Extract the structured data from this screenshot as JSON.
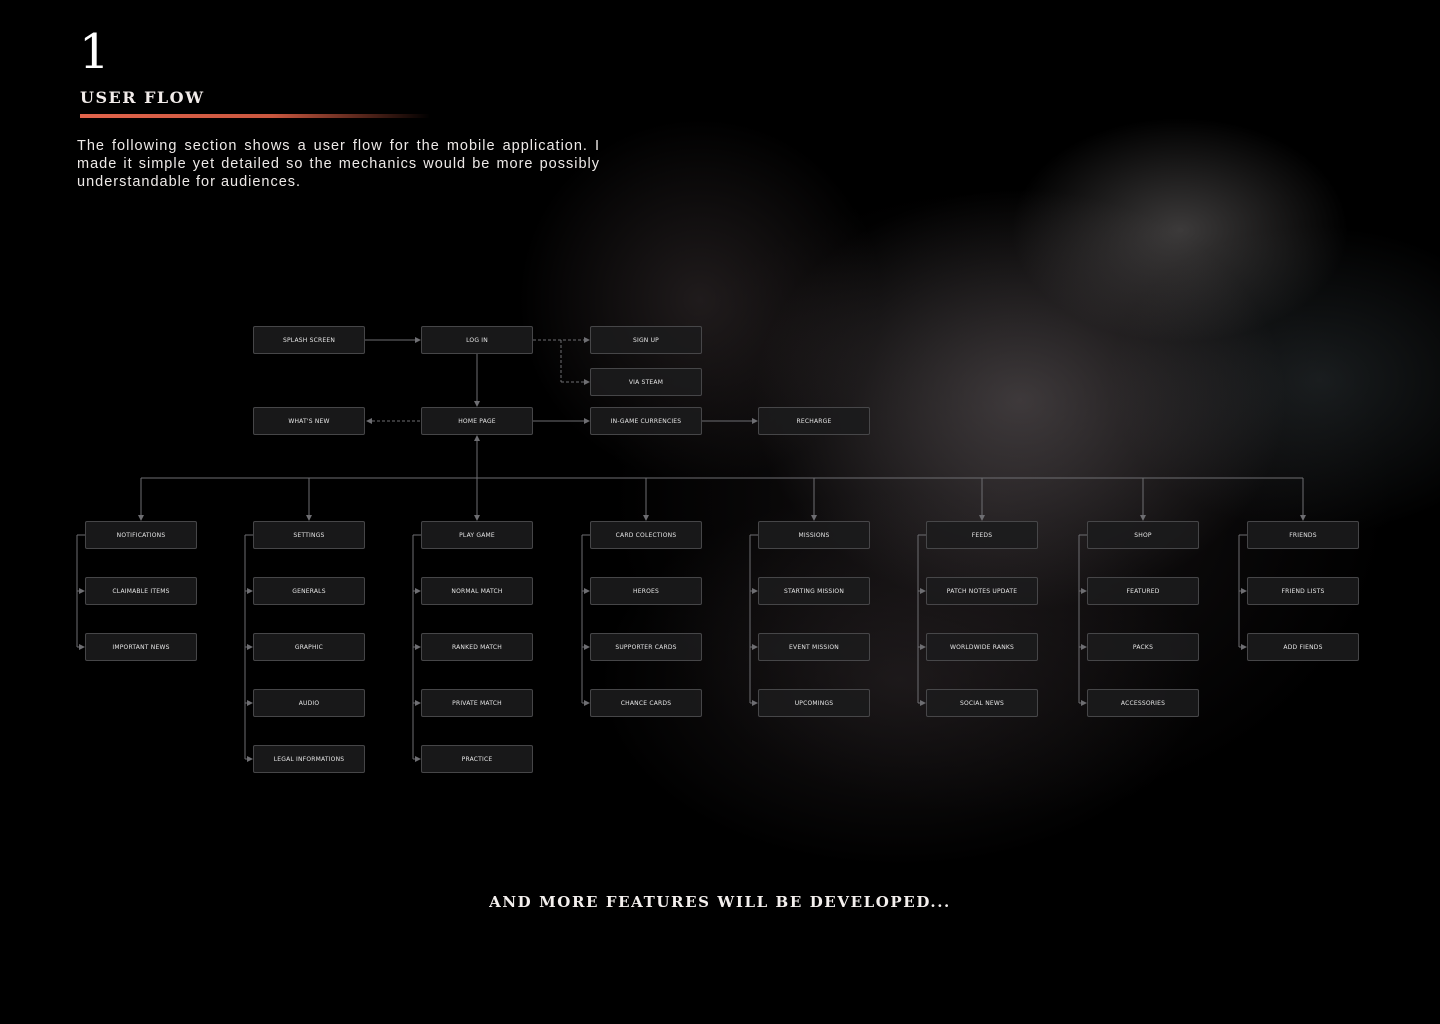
{
  "header": {
    "page_number": "1",
    "title": "USER FLOW",
    "description": "The following section shows a user flow for the mobile application. I made it simple yet detailed so the mechanics would be more possibly understandable for audiences."
  },
  "colors": {
    "accent": "#E2644C",
    "background": "#000000",
    "node_fill": "#1B1B1D",
    "node_border": "#5F5F62",
    "connector": "#6E6E72"
  },
  "flow": {
    "entry": {
      "splash": "SPLASH SCREEN",
      "login": "LOG IN",
      "signup": "SIGN UP",
      "via_steam": "VIA STEAM",
      "whats_new": "WHAT'S NEW",
      "home": "HOME PAGE",
      "currencies": "IN-GAME CURRENCIES",
      "recharge": "RECHARGE"
    },
    "sections": [
      {
        "title": "NOTIFICATIONS",
        "items": [
          "CLAIMABLE ITEMS",
          "IMPORTANT NEWS"
        ]
      },
      {
        "title": "SETTINGS",
        "items": [
          "GENERALS",
          "GRAPHIC",
          "AUDIO",
          "LEGAL INFORMATIONS"
        ]
      },
      {
        "title": "PLAY GAME",
        "items": [
          "NORMAL MATCH",
          "RANKED MATCH",
          "PRIVATE MATCH",
          "PRACTICE"
        ]
      },
      {
        "title": "CARD COLECTIONS",
        "items": [
          "HEROES",
          "SUPPORTER CARDS",
          "CHANCE CARDS"
        ]
      },
      {
        "title": "MISSIONS",
        "items": [
          "STARTING MISSION",
          "EVENT MISSION",
          "UPCOMINGS"
        ]
      },
      {
        "title": "FEEDS",
        "items": [
          "PATCH NOTES UPDATE",
          "WORLDWIDE RANKS",
          "SOCIAL NEWS"
        ]
      },
      {
        "title": "SHOP",
        "items": [
          "FEATURED",
          "PACKS",
          "ACCESSORIES"
        ]
      },
      {
        "title": "FRIENDS",
        "items": [
          "FRIEND LISTS",
          "ADD FIENDS"
        ]
      }
    ]
  },
  "footer": {
    "text": "AND MORE FEATURES WILL BE DEVELOPED..."
  }
}
